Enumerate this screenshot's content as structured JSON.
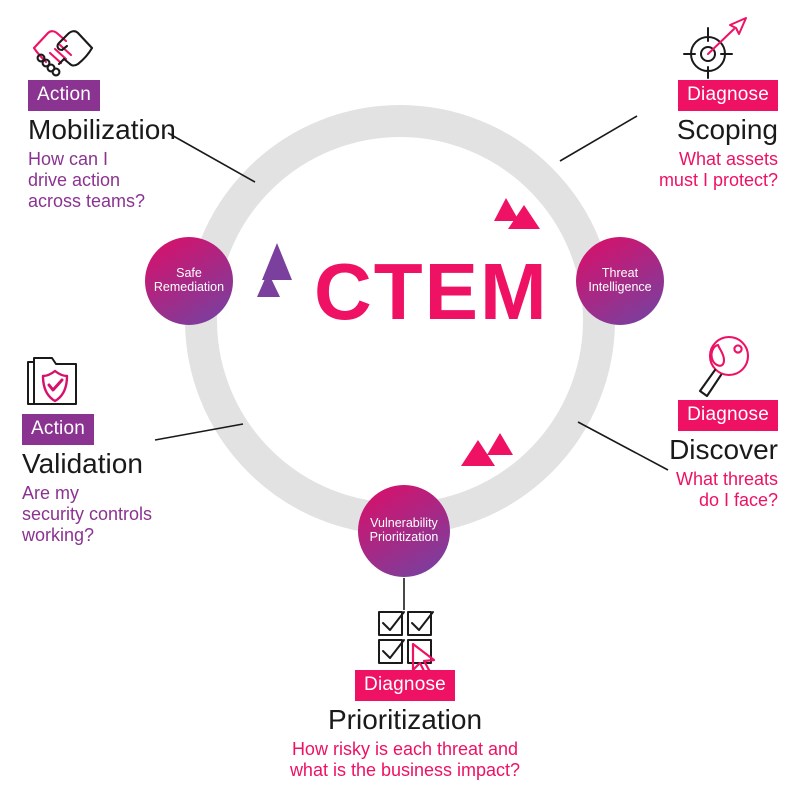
{
  "center": {
    "label": "CTEM",
    "color": "#EE1164"
  },
  "theme": {
    "action_color": "#8B3391",
    "diagnose_color": "#EE1164",
    "ring_color": "#E2E2E2",
    "title_color": "#1A1A1A",
    "bubble_gradient_from": "#D6116B",
    "bubble_gradient_to": "#7B3F9D"
  },
  "bubbles": [
    {
      "name": "safe-remediation",
      "label": "Safe\nRemediation"
    },
    {
      "name": "threat-intelligence",
      "label": "Threat\nIntelligence"
    },
    {
      "name": "vulnerability-prioritization",
      "label": "Vulnerability\nPrioritization"
    }
  ],
  "stages": [
    {
      "key": "mobilization",
      "icon": "handshake-icon",
      "badge": "Action",
      "badge_type": "action",
      "title": "Mobilization",
      "question": "How can I\ndrive action\nacross teams?"
    },
    {
      "key": "scoping",
      "icon": "target-arrow-icon",
      "badge": "Diagnose",
      "badge_type": "diagnose",
      "title": "Scoping",
      "question": "What assets\nmust I protect?"
    },
    {
      "key": "discover",
      "icon": "magnifier-icon",
      "badge": "Diagnose",
      "badge_type": "diagnose",
      "title": "Discover",
      "question": "What threats\ndo I face?"
    },
    {
      "key": "prioritization",
      "icon": "checkbox-cursor-icon",
      "badge": "Diagnose",
      "badge_type": "diagnose",
      "title": "Prioritization",
      "question": "How risky is each threat and\nwhat is the business impact?"
    },
    {
      "key": "validation",
      "icon": "folder-shield-check-icon",
      "badge": "Action",
      "badge_type": "action",
      "title": "Validation",
      "question": "Are my\nsecurity controls\nworking?"
    }
  ],
  "decorations": [
    {
      "name": "purple-triangles-left",
      "color": "#7B3F9D",
      "count": 2
    },
    {
      "name": "pink-triangles-top-right",
      "color": "#EE1164",
      "count": 2
    },
    {
      "name": "pink-triangles-bottom-right",
      "color": "#EE1164",
      "count": 2
    }
  ]
}
